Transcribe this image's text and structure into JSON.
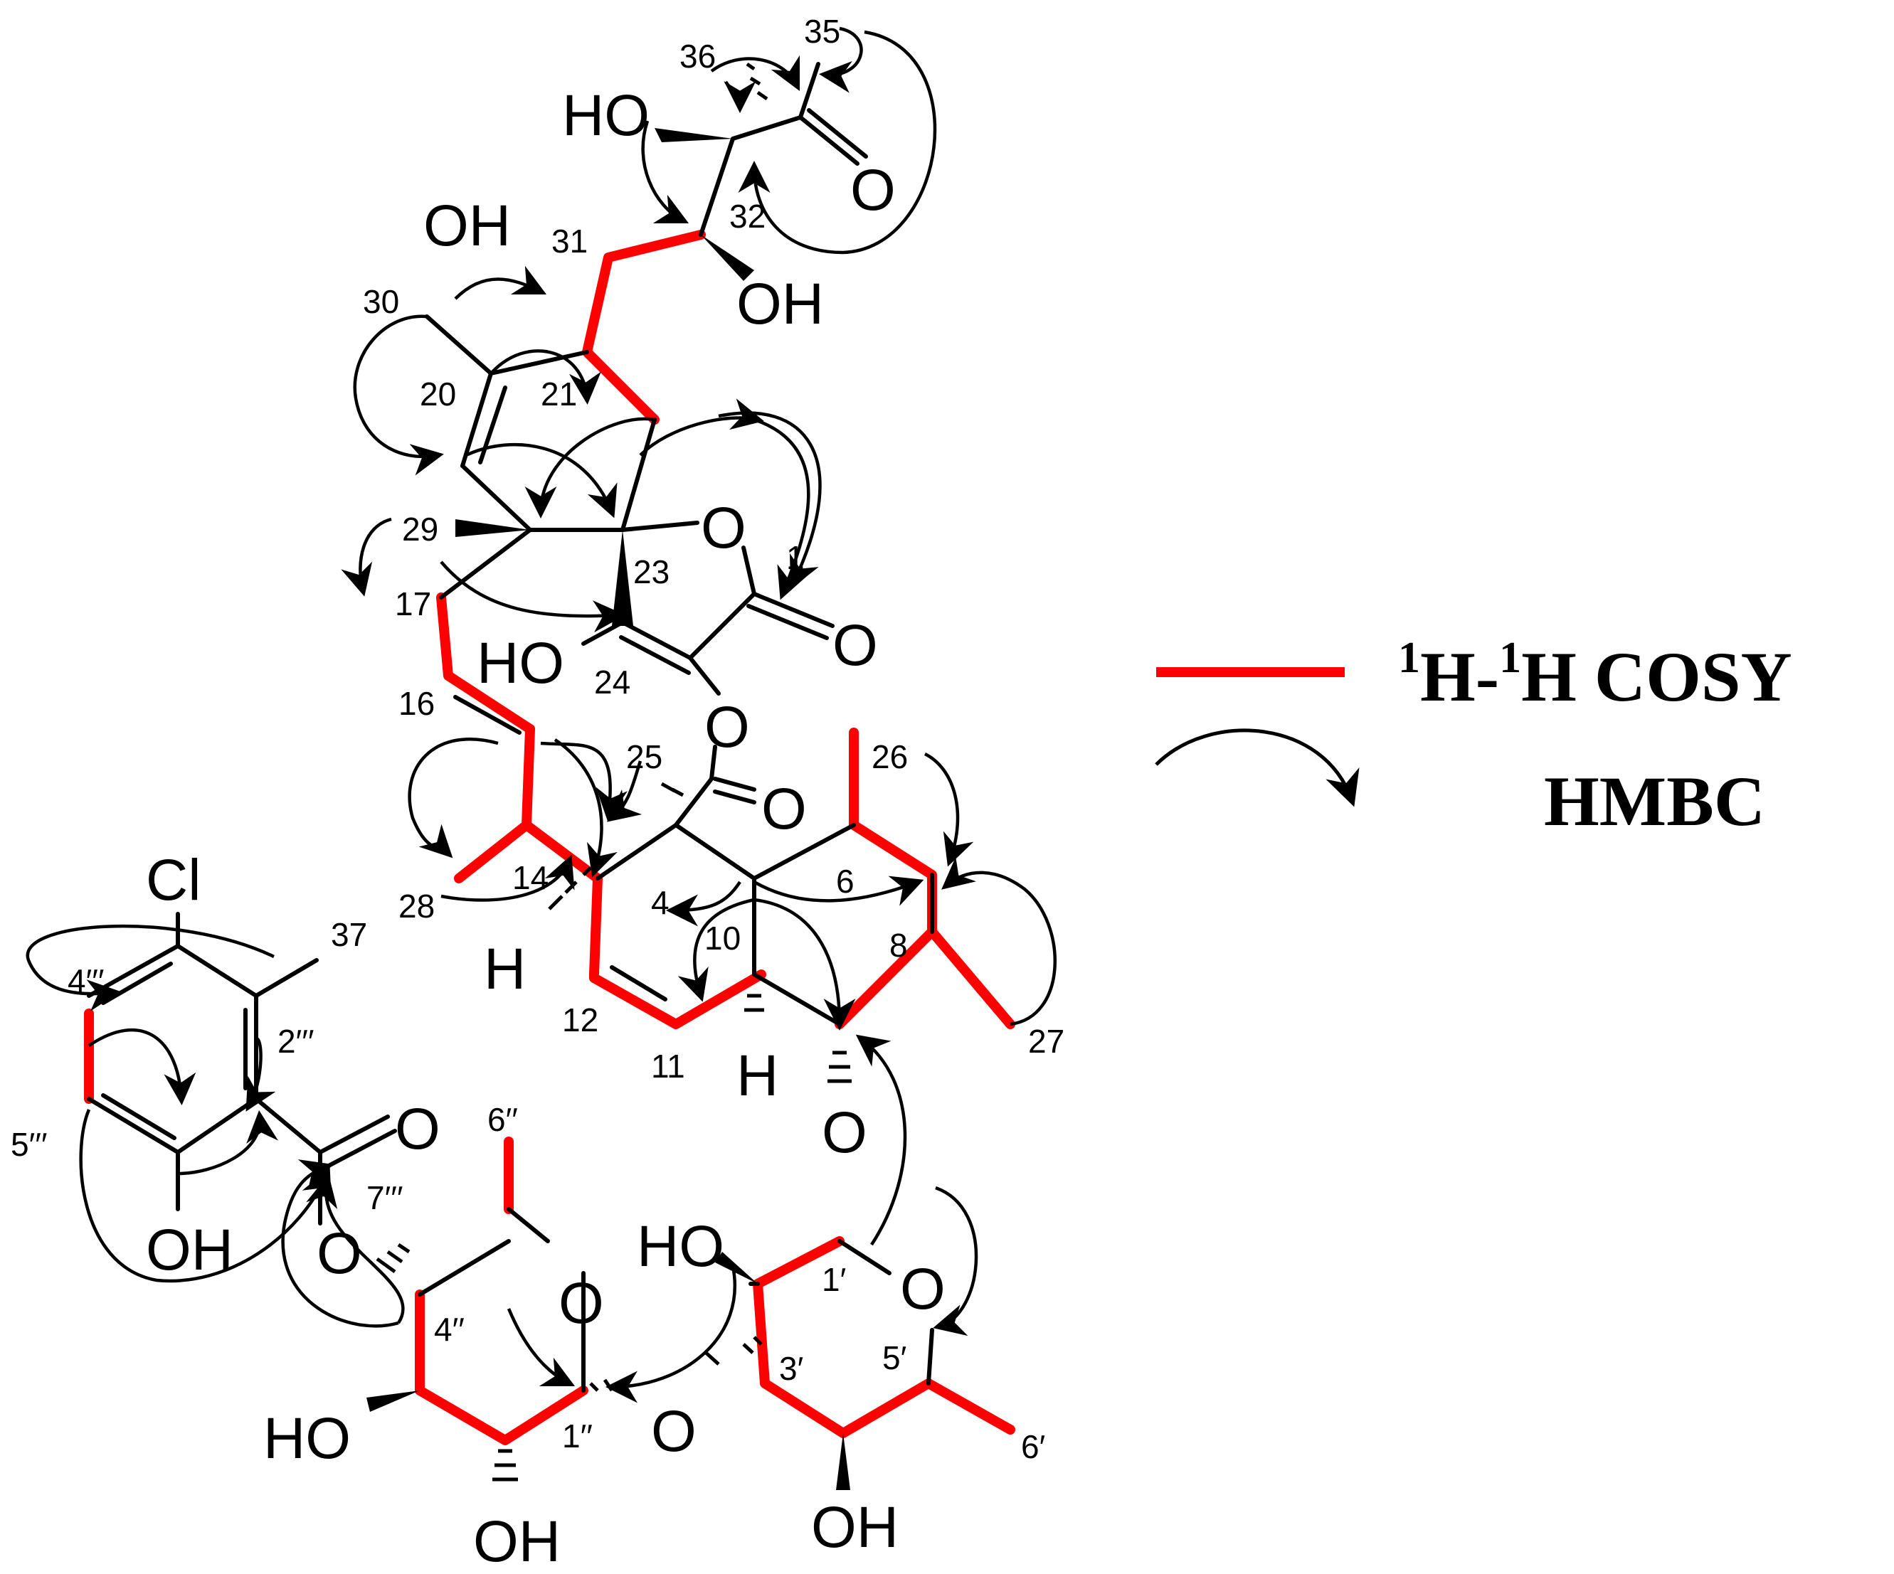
{
  "legend": {
    "cosy_label_sup1": "1",
    "cosy_label_h1": "H-",
    "cosy_label_sup2": "1",
    "cosy_label_h2": "H COSY",
    "hmbc_label": "HMBC",
    "cosy_color": "#ff0000",
    "hmbc_color": "#000000"
  },
  "atoms": {
    "ho_top": "HO",
    "o_ketone": "O",
    "oh_30": "OH",
    "oh_32": "OH",
    "o_ring": "O",
    "o_lactone": "O",
    "ho_24": "HO",
    "o_ester": "O",
    "o_ester_co": "O",
    "cl": "Cl",
    "h_14": "H",
    "h_10": "H",
    "o_glyco": "O",
    "o_benzoate": "O",
    "oh_aryl": "OH",
    "o_acyl": "O",
    "ho_sugar1": "HO",
    "o_sugar1_ring": "O",
    "o_sugar2_ring": "O",
    "o_link": "O",
    "ho_sugar2": "HO",
    "oh_sugar2_bottom": "OH",
    "oh_sugar1_bottom": "OH"
  },
  "numbers": {
    "n35": "35",
    "n36": "36",
    "n32": "32",
    "n31": "31",
    "n30": "30",
    "n20": "20",
    "n21": "21",
    "n29": "29",
    "n23": "23",
    "n1": "1",
    "n17": "17",
    "n24": "24",
    "n16": "16",
    "n25": "25",
    "n26": "26",
    "n6": "6",
    "n28": "28",
    "n14": "14",
    "n4": "4",
    "n10": "10",
    "n8": "8",
    "n12": "12",
    "n11": "11",
    "n27": "27",
    "n37": "37",
    "n4ppp": "4′′′",
    "n2ppp": "2′′′",
    "n5ppp": "5′′′",
    "n7ppp": "7′′′",
    "n6pp": "6′′",
    "n4pp": "4′′",
    "n1pp": "1′′",
    "n1p": "1′",
    "n3p": "3′",
    "n5p": "5′",
    "n6p": "6′"
  }
}
